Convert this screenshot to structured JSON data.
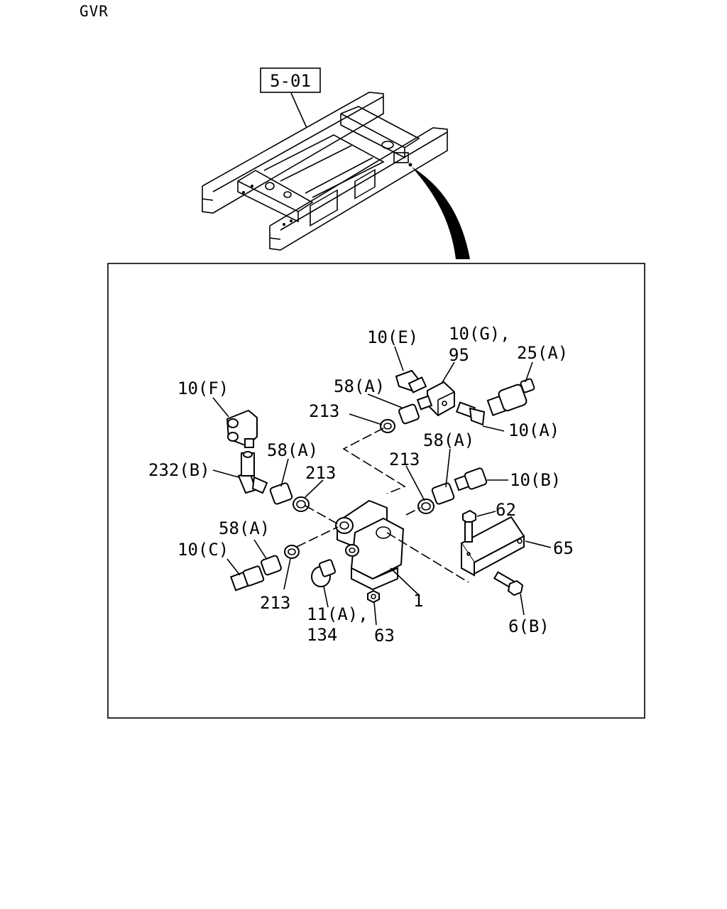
{
  "header": {
    "code": "GVR"
  },
  "reference": {
    "label": "5-01"
  },
  "callouts": [
    {
      "id": "10e",
      "text": "10(E)"
    },
    {
      "id": "10g",
      "text": "10(G),"
    },
    {
      "id": "95",
      "text": "95"
    },
    {
      "id": "25a",
      "text": "25(A)"
    },
    {
      "id": "10f",
      "text": "10(F)"
    },
    {
      "id": "58a1",
      "text": "58(A)"
    },
    {
      "id": "213a",
      "text": "213"
    },
    {
      "id": "10a",
      "text": "10(A)"
    },
    {
      "id": "58a2",
      "text": "58(A)"
    },
    {
      "id": "232b",
      "text": "232(B)"
    },
    {
      "id": "213b",
      "text": "213"
    },
    {
      "id": "213c",
      "text": "213"
    },
    {
      "id": "58a3",
      "text": "58(A)"
    },
    {
      "id": "10b",
      "text": "10(B)"
    },
    {
      "id": "62",
      "text": "62"
    },
    {
      "id": "58a4",
      "text": "58(A)"
    },
    {
      "id": "65",
      "text": "65"
    },
    {
      "id": "10c",
      "text": "10(C)"
    },
    {
      "id": "1",
      "text": "1"
    },
    {
      "id": "213d",
      "text": "213"
    },
    {
      "id": "11a",
      "text": "11(A),"
    },
    {
      "id": "134",
      "text": "134"
    },
    {
      "id": "63",
      "text": "63"
    },
    {
      "id": "6b",
      "text": "6(B)"
    }
  ]
}
